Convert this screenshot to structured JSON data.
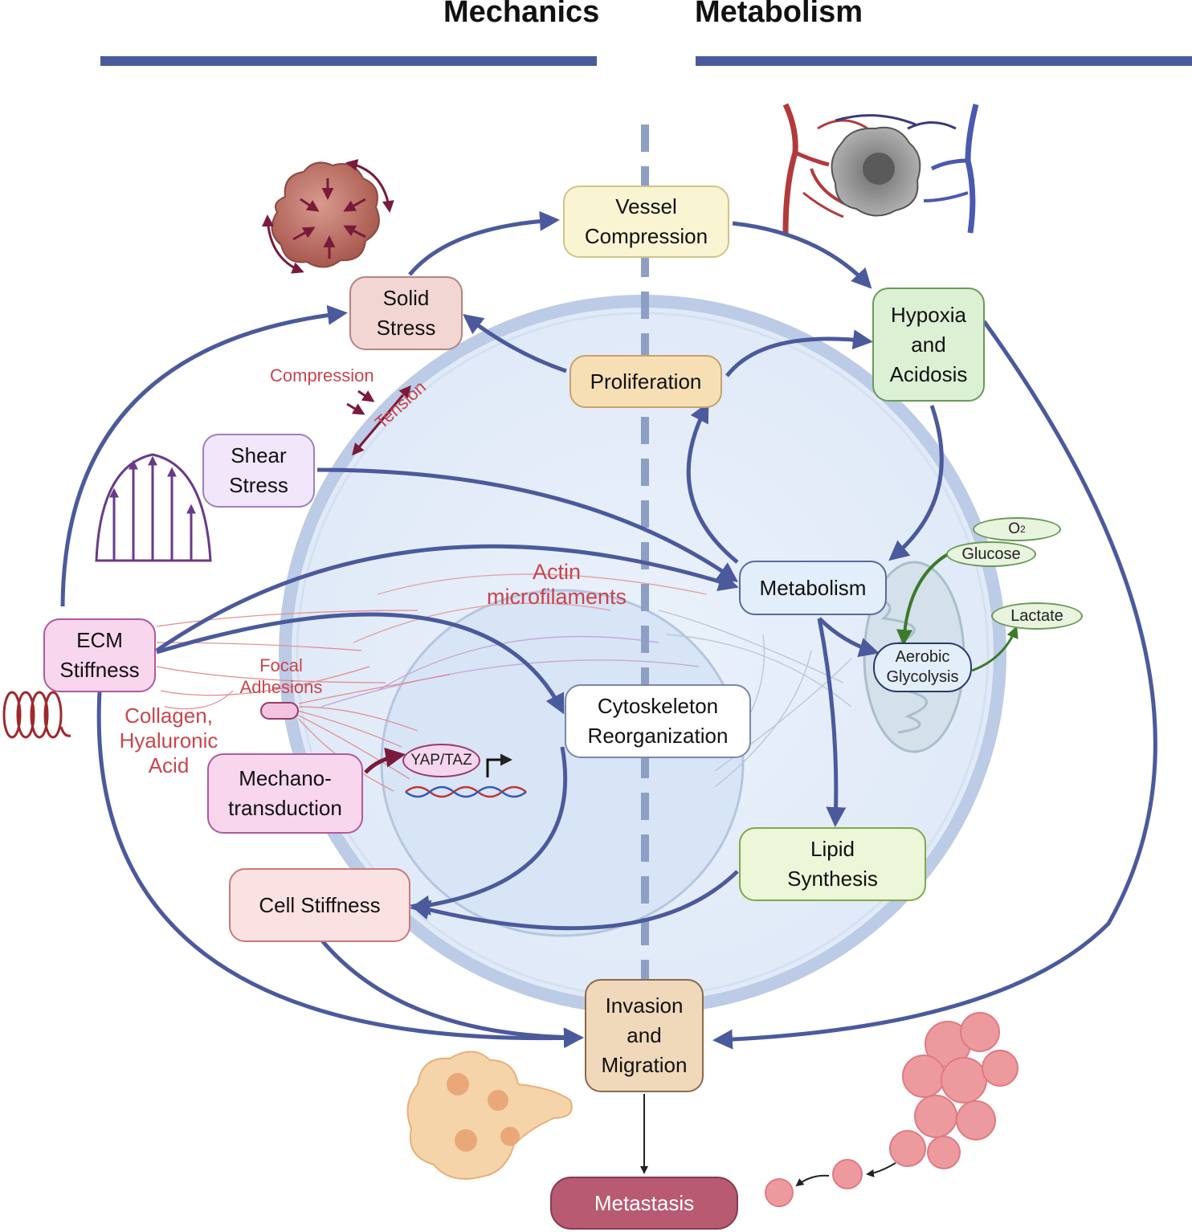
{
  "headers": {
    "left": "Mechanics",
    "right": "Metabolism"
  },
  "nodes": {
    "vessel_compression": [
      "Vessel",
      "Compression"
    ],
    "solid_stress": [
      "Solid",
      "Stress"
    ],
    "proliferation": [
      "Proliferation"
    ],
    "hypoxia": [
      "Hypoxia",
      "and",
      "Acidosis"
    ],
    "shear_stress": [
      "Shear",
      "Stress"
    ],
    "metabolism": [
      "Metabolism"
    ],
    "ecm_stiffness": [
      "ECM",
      "Stiffness"
    ],
    "cytoskeleton": [
      "Cytoskeleton",
      "Reorganization"
    ],
    "mechanotransduction": [
      "Mechano-",
      "transduction"
    ],
    "lipid_synthesis": [
      "Lipid",
      "Synthesis"
    ],
    "cell_stiffness": [
      "Cell Stiffness"
    ],
    "invasion": [
      "Invasion",
      "and",
      "Migration"
    ],
    "metastasis": [
      "Metastasis"
    ]
  },
  "labels": {
    "compression": "Compression",
    "tension": "Tension",
    "actin": [
      "Actin",
      "microfilaments"
    ],
    "focal": [
      "Focal",
      "Adhesions"
    ],
    "collagen": [
      "Collagen,",
      "Hyaluronic",
      "Acid"
    ],
    "yap_taz": "YAP/TAZ",
    "o2": "O",
    "o2_sub": "2",
    "glucose": "Glucose",
    "lactate": "Lactate",
    "aerobic": [
      "Aerobic",
      "Glycolysis"
    ]
  },
  "colors": {
    "arrow": "#4a5a9c",
    "header_bar": "#4a5a9c",
    "label_red": "#c9454d",
    "maroon": "#7a1a3a",
    "green_arrow": "#3c7a2a",
    "metastasis_fill": "#b85a72"
  }
}
